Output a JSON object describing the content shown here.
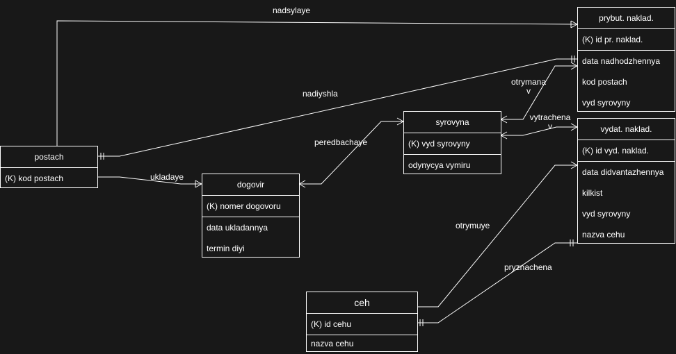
{
  "entities": {
    "postach": {
      "title": "postach",
      "key": "(K) kod postach",
      "attrs": []
    },
    "dogovir": {
      "title": "dogovir",
      "key": "(K) nomer dogovoru",
      "attrs": [
        "data ukladannya",
        "termin diyi"
      ]
    },
    "syrovyna": {
      "title": "syrovyna",
      "key": "(K) vyd syrovyny",
      "attrs": [
        "odynycya vymiru"
      ]
    },
    "prybut": {
      "title": "prybut. naklad.",
      "key": "(K) id pr. naklad.",
      "attrs": [
        "data nadhodzhennya",
        "kod postach",
        "vyd syrovyny"
      ]
    },
    "vydat": {
      "title": "vydat. naklad.",
      "key": "(K) id vyd. naklad.",
      "attrs": [
        "data didvantazhennya",
        "kilkist",
        "vyd syrovyny",
        "nazva cehu"
      ]
    },
    "ceh": {
      "title": "ceh",
      "key": "(K) id cehu",
      "attrs": [
        "nazva cehu"
      ]
    }
  },
  "relationships": {
    "nadsylaye": "nadsylaye",
    "nadiyshla": "nadiyshla",
    "ukladaye": "ukladaye",
    "peredbachaye": "peredbachaye",
    "otrymana_line1": "otrymana",
    "otrymana_line2": "v",
    "vytrachena_line1": "vytrachena",
    "vytrachena_line2": "v",
    "otrymuye": "otrymuye",
    "pryznachena": "pryznachena"
  },
  "colors": {
    "background": "#181818",
    "stroke": "#ffffff",
    "text": "#ffffff"
  }
}
